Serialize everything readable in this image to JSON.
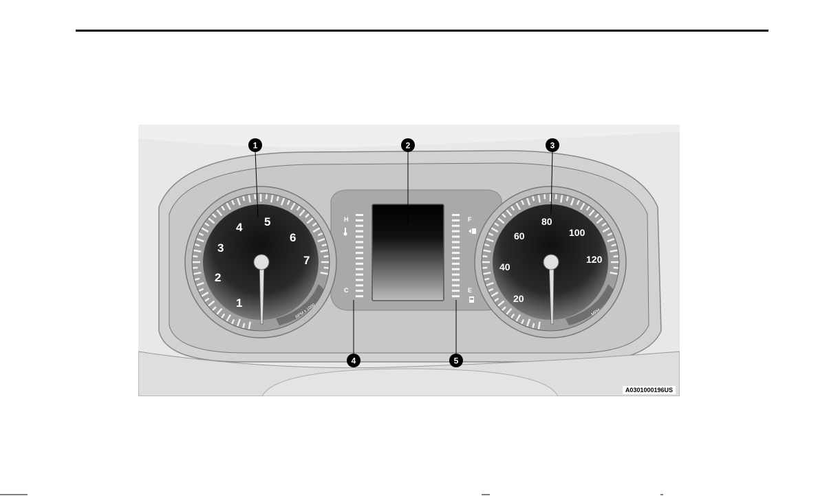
{
  "figure": {
    "id_label": "A0301000196US",
    "callouts": [
      "1",
      "2",
      "3",
      "4",
      "5"
    ],
    "tachometer": {
      "numbers": [
        "1",
        "2",
        "3",
        "4",
        "5",
        "6",
        "7"
      ],
      "unit": "RPM x 1000"
    },
    "speedometer": {
      "numbers": [
        "20",
        "40",
        "60",
        "80",
        "100",
        "120"
      ],
      "unit": "MPH"
    },
    "temp_gauge": {
      "high": "H",
      "low": "C"
    },
    "fuel_gauge": {
      "full": "F",
      "empty": "E"
    }
  }
}
